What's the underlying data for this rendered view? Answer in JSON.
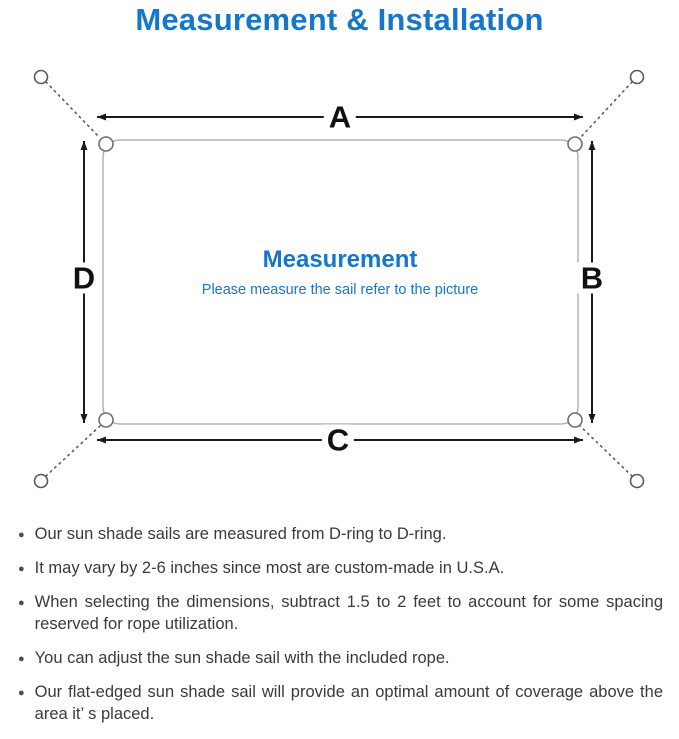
{
  "page": {
    "title": "Measurement & Installation"
  },
  "diagram": {
    "labels": {
      "top": "A",
      "right": "B",
      "bottom": "C",
      "left": "D"
    },
    "center_title": "Measurement",
    "center_subtitle": "Please measure the sail refer to the picture"
  },
  "notes": {
    "bullet_glyph": "●",
    "items": [
      "Our sun shade sails are measured from D-ring to D-ring.",
      "It may vary by 2-6 inches since most are custom-made in U.S.A.",
      "When selecting the dimensions, subtract 1.5 to 2 feet to account for some spacing reserved for rope utilization.",
      "You can adjust the sun shade sail with the included rope.",
      "Our flat-edged sun shade sail will provide an optimal amount of coverage above the area it’ s placed."
    ]
  },
  "colors": {
    "accent_blue": "#1577c8",
    "text_dark": "#3a3a3a",
    "sail_border_gray": "#b3b3b3",
    "rope_gray": "#5a5a5a",
    "arrow_black": "#1a1a1a"
  }
}
